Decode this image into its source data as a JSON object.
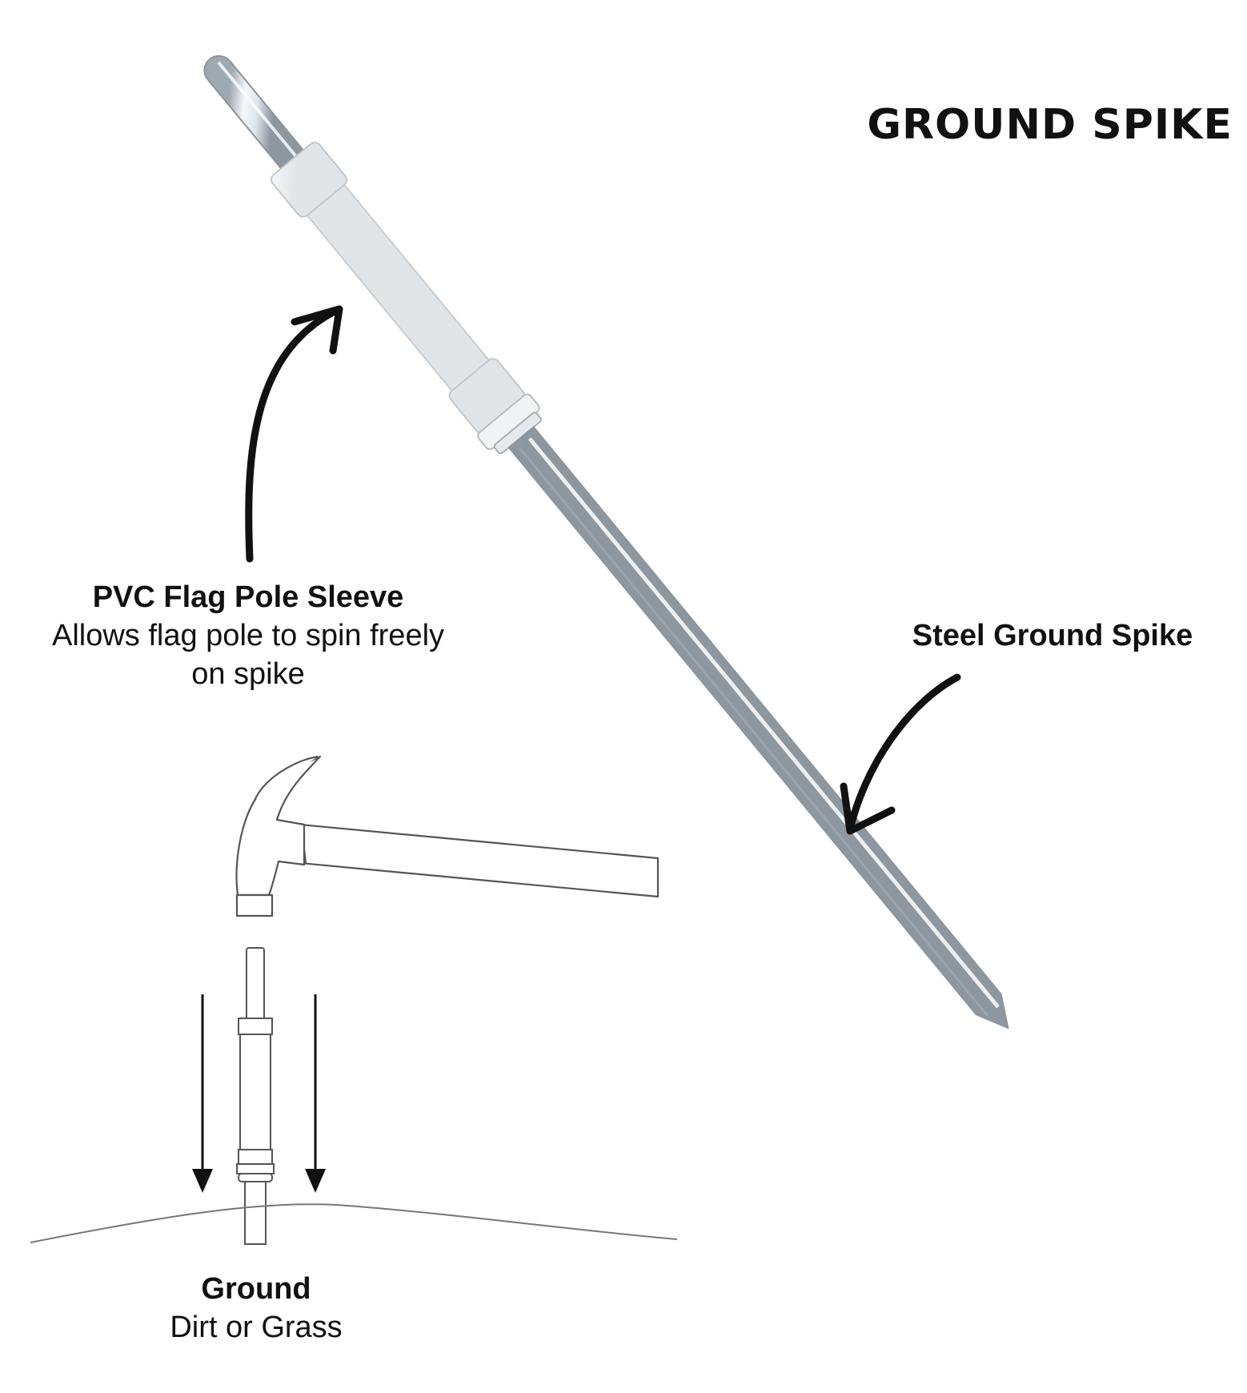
{
  "title": "GROUND SPIKE",
  "callouts": {
    "sleeve": {
      "heading": "PVC Flag Pole Sleeve",
      "description": "Allows flag pole to spin freely on spike"
    },
    "spike": {
      "heading": "Steel Ground Spike"
    },
    "ground": {
      "heading": "Ground",
      "description": "Dirt or Grass"
    }
  },
  "colors": {
    "text": "#111111",
    "pvc": "#f6f7f8",
    "steel": "#dfe6ee",
    "line_art": "#444444"
  }
}
